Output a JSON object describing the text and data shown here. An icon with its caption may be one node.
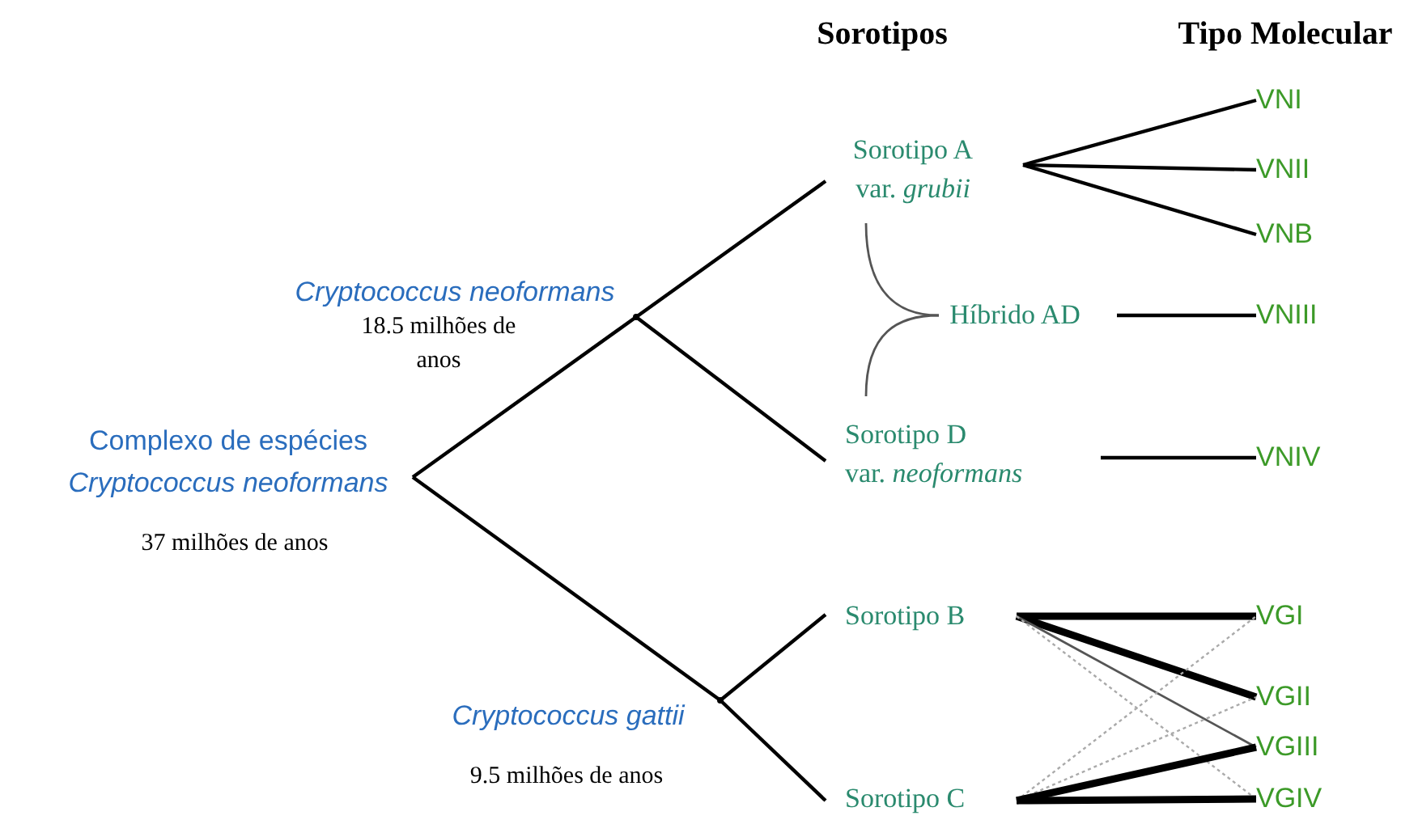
{
  "diagram": {
    "nodes": [
      {
        "text": [
          "Complexo de espécies *Cryptococcus neoformans*"
        ],
        "beside": [
          "37 milhões de anos"
        ]
      },
      {
        "text": [],
        "shape": "point"
      },
      {
        "text": [],
        "shape": "point"
      },
      {
        "text": [
          "Sorotipo A",
          "var. *grubii*"
        ]
      },
      {
        "text": [
          "Híbrido AD"
        ]
      },
      {
        "text": [
          "Sorotipo D",
          "var. *neoformans*"
        ]
      },
      {
        "text": [
          "Sorotipo B"
        ]
      },
      {
        "text": [
          "Sorotipo C"
        ]
      },
      {
        "text": [
          "VNI"
        ]
      },
      {
        "text": [
          "VNII"
        ]
      },
      {
        "text": [
          "VNB"
        ]
      },
      {
        "text": [
          "VNIII"
        ]
      },
      {
        "text": [
          "VNIV"
        ]
      },
      {
        "text": [
          "VGI"
        ]
      },
      {
        "text": [
          "VGII"
        ]
      },
      {
        "text": [
          "VGIII"
        ]
      },
      {
        "text": [
          "VGIV"
        ]
      }
    ],
    "edges": [
      {
        "from": 0,
        "to": 1,
        "arrow": "none"
      },
      {
        "from": 1,
        "to": 3,
        "arrow": "none"
      },
      {
        "from": 1,
        "to": 5,
        "arrow": "none"
      },
      {
        "from": 0,
        "to": 2,
        "arrow": "none"
      },
      {
        "from": 2,
        "to": 6,
        "arrow": "none"
      },
      {
        "from": 2,
        "to": 7,
        "arrow": "none"
      },
      {
        "from": 3,
        "to": 8,
        "arrow": "none"
      },
      {
        "from": 3,
        "to": 9,
        "arrow": "none"
      },
      {
        "from": 3,
        "to": 10,
        "arrow": "none"
      },
      {
        "from": 3,
        "to": 4,
        "arrow": "none",
        "color": "#555555"
      },
      {
        "from": 5,
        "to": 4,
        "arrow": "none",
        "color": "#555555"
      },
      {
        "from": 4,
        "to": 11,
        "arrow": "none"
      },
      {
        "from": 5,
        "to": 12,
        "arrow": "none"
      },
      {
        "from": 6,
        "to": 13,
        "arrow": "none",
        "style": "thick"
      },
      {
        "from": 6,
        "to": 14,
        "arrow": "none",
        "style": "thick"
      },
      {
        "from": 6,
        "to": 15,
        "arrow": "none",
        "color": "#555555"
      },
      {
        "from": 6,
        "to": 16,
        "arrow": "none",
        "style": "dashed",
        "color": "#aaaaaa"
      },
      {
        "from": 7,
        "to": 13,
        "arrow": "none",
        "style": "dashed",
        "color": "#aaaaaa"
      },
      {
        "from": 7,
        "to": 14,
        "arrow": "none",
        "style": "dashed",
        "color": "#aaaaaa"
      },
      {
        "from": 7,
        "to": 15,
        "arrow": "none",
        "style": "thick"
      },
      {
        "from": 7,
        "to": 16,
        "arrow": "none",
        "style": "thick"
      }
    ],
    "labels": [
      "Sorotipos",
      "Tipo Molecular",
      "Cryptococcus neoformans",
      "18.5 milhões de anos",
      "Cryptococcus gattii",
      "9.5 milhões de anos"
    ]
  }
}
